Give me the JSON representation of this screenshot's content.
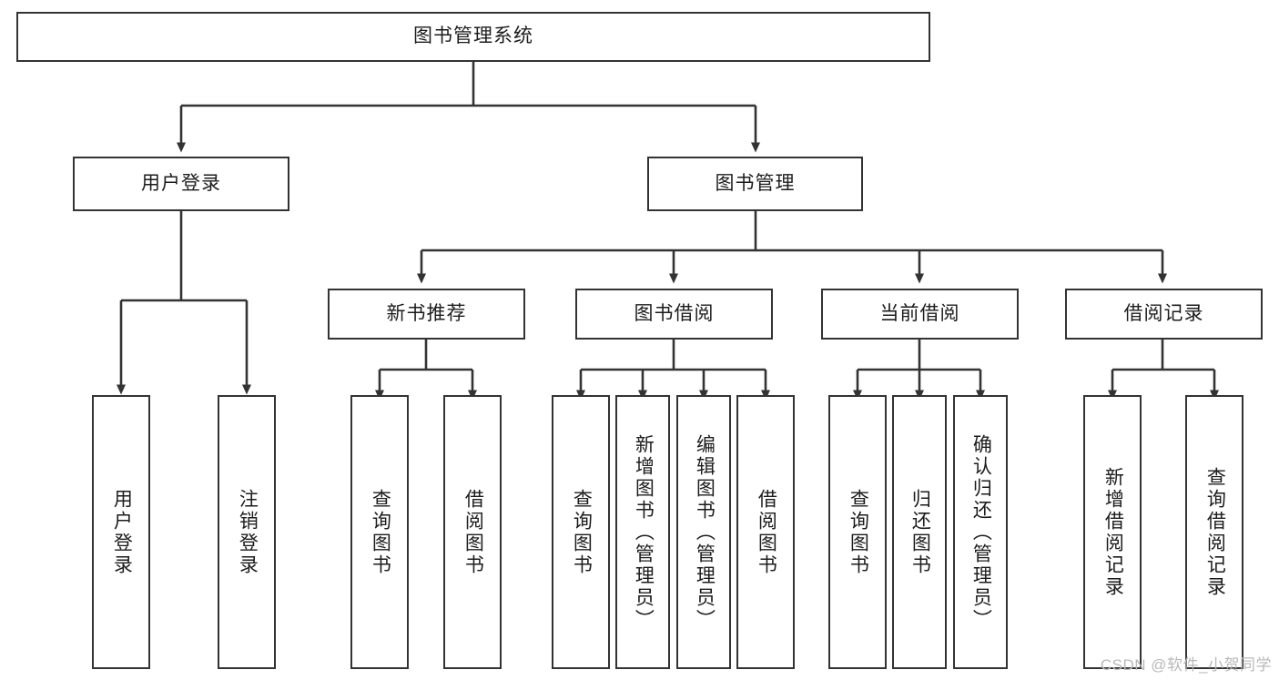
{
  "diagram": {
    "title": "图书管理系统",
    "watermark": "CSDN @软件_小贺同学",
    "colors": {
      "stroke": "#333333",
      "fill": "#ffffff",
      "text": "#1c1c1c",
      "watermark": "#b9b9b9"
    },
    "levels": {
      "root": {
        "label": "图书管理系统"
      },
      "level1": [
        {
          "label": "用户登录"
        },
        {
          "label": "图书管理"
        }
      ],
      "level2": [
        {
          "label": "新书推荐"
        },
        {
          "label": "图书借阅"
        },
        {
          "label": "当前借阅"
        },
        {
          "label": "借阅记录"
        }
      ],
      "leaves": {
        "user_login": [
          {
            "label": "用户登录"
          },
          {
            "label": "注销登录"
          }
        ],
        "new_book_recommend": [
          {
            "label": "查询图书"
          },
          {
            "label": "借阅图书"
          }
        ],
        "book_borrow": [
          {
            "label": "查询图书"
          },
          {
            "label": "新增图书（管理员）"
          },
          {
            "label": "编辑图书（管理员）"
          },
          {
            "label": "借阅图书"
          }
        ],
        "current_borrow": [
          {
            "label": "查询图书"
          },
          {
            "label": "归还图书"
          },
          {
            "label": "确认归还（管理员）"
          }
        ],
        "borrow_record": [
          {
            "label": "新增借阅记录"
          },
          {
            "label": "查询借阅记录"
          }
        ]
      }
    }
  }
}
